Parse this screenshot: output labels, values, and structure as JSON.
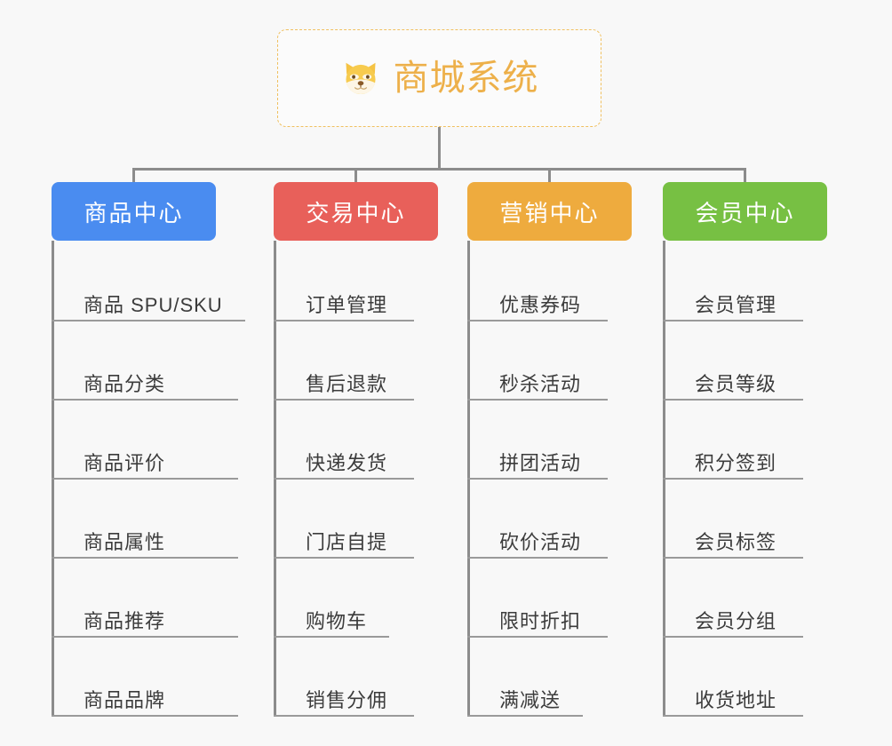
{
  "page": {
    "background_color": "#f8f8f8",
    "line_color": "#8c8c8c"
  },
  "root": {
    "title": "商城系统",
    "icon": "shiba-dog-face-icon",
    "border_color": "#f0c060",
    "text_color": "#edb04a"
  },
  "branches": [
    {
      "title": "商品中心",
      "color": "#4a8cf0",
      "items": [
        "商品 SPU/SKU",
        "商品分类",
        "商品评价",
        "商品属性",
        "商品推荐",
        "商品品牌"
      ]
    },
    {
      "title": "交易中心",
      "color": "#e8605a",
      "items": [
        "订单管理",
        "售后退款",
        "快递发货",
        "门店自提",
        "购物车",
        "销售分佣"
      ]
    },
    {
      "title": "营销中心",
      "color": "#eeab3e",
      "items": [
        "优惠券码",
        "秒杀活动",
        "拼团活动",
        "砍价活动",
        "限时折扣",
        "满减送"
      ]
    },
    {
      "title": "会员中心",
      "color": "#77c043",
      "items": [
        "会员管理",
        "会员等级",
        "积分签到",
        "会员标签",
        "会员分组",
        "收货地址"
      ]
    }
  ]
}
